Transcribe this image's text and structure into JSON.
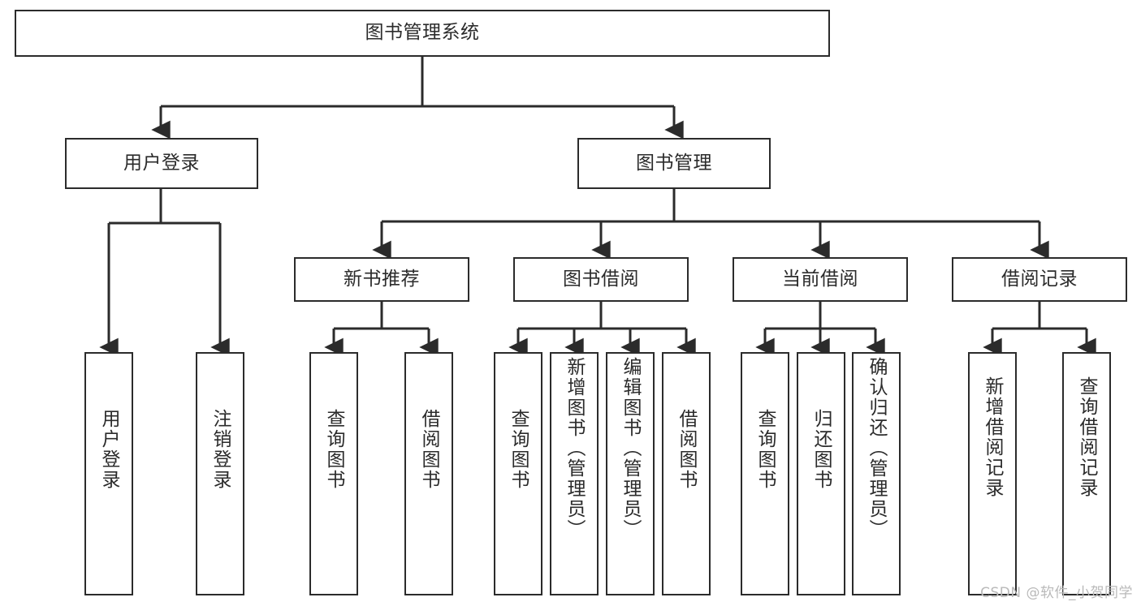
{
  "diagram": {
    "type": "tree-hierarchy",
    "title": "图书管理系统",
    "watermark": "CSDN @软件_小贺同学",
    "colors": {
      "stroke": "#2b2b2b",
      "fill": "#ffffff",
      "text": "#2b2b2b",
      "watermark": "#b9b9b9"
    },
    "nodes": {
      "root": {
        "label": "图书管理系统",
        "level": 1,
        "orientation": "horizontal"
      },
      "l2": [
        {
          "id": "user-login",
          "label": "用户登录",
          "orientation": "horizontal"
        },
        {
          "id": "book-manage",
          "label": "图书管理",
          "orientation": "horizontal"
        }
      ],
      "l3": [
        {
          "id": "new-book-rec",
          "label": "新书推荐",
          "orientation": "horizontal"
        },
        {
          "id": "book-borrow",
          "label": "图书借阅",
          "orientation": "horizontal"
        },
        {
          "id": "current-borrow",
          "label": "当前借阅",
          "orientation": "horizontal"
        },
        {
          "id": "borrow-record",
          "label": "借阅记录",
          "orientation": "horizontal"
        }
      ],
      "leaves": [
        {
          "id": "leaf-user-login",
          "label": "用户登录",
          "parent": "user-login",
          "orientation": "vertical"
        },
        {
          "id": "leaf-user-logout",
          "label": "注销登录",
          "parent": "user-login",
          "orientation": "vertical"
        },
        {
          "id": "leaf-query-book-1",
          "label": "查询图书",
          "parent": "new-book-rec",
          "orientation": "vertical"
        },
        {
          "id": "leaf-borrow-book-1",
          "label": "借阅图书",
          "parent": "new-book-rec",
          "orientation": "vertical"
        },
        {
          "id": "leaf-query-book-2",
          "label": "查询图书",
          "parent": "book-borrow",
          "orientation": "vertical"
        },
        {
          "id": "leaf-add-book",
          "label": "新增图书（管理员）",
          "parent": "book-borrow",
          "orientation": "vertical"
        },
        {
          "id": "leaf-edit-book",
          "label": "编辑图书（管理员）",
          "parent": "book-borrow",
          "orientation": "vertical"
        },
        {
          "id": "leaf-borrow-book-2",
          "label": "借阅图书",
          "parent": "book-borrow",
          "orientation": "vertical"
        },
        {
          "id": "leaf-query-book-3",
          "label": "查询图书",
          "parent": "current-borrow",
          "orientation": "vertical"
        },
        {
          "id": "leaf-return-book",
          "label": "归还图书",
          "parent": "current-borrow",
          "orientation": "vertical"
        },
        {
          "id": "leaf-confirm-return",
          "label": "确认归还（管理员）",
          "parent": "current-borrow",
          "orientation": "vertical"
        },
        {
          "id": "leaf-add-record",
          "label": "新增借阅记录",
          "parent": "borrow-record",
          "orientation": "vertical"
        },
        {
          "id": "leaf-query-record",
          "label": "查询借阅记录",
          "parent": "borrow-record",
          "orientation": "vertical"
        }
      ]
    }
  }
}
